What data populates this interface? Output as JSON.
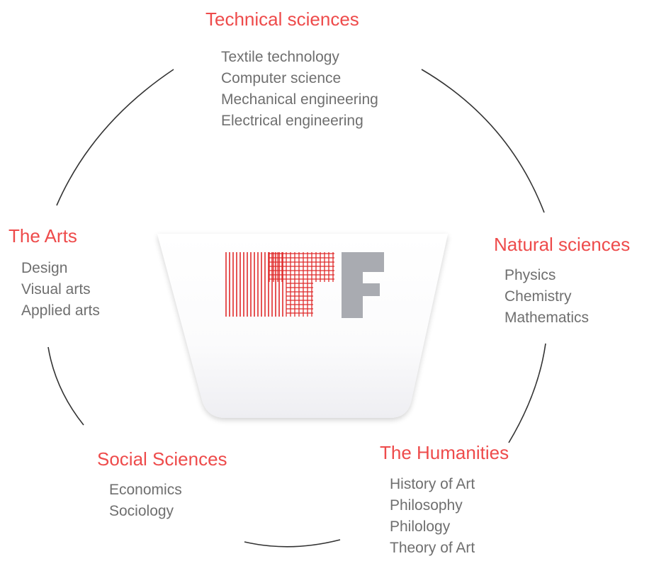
{
  "center_logo": {
    "letters": "TTF"
  },
  "colors": {
    "heading": "#ee4b4b",
    "item": "#6f6f6f",
    "arc": "#333333",
    "logo_red": "#e02a2a",
    "logo_gray": "#a9abb1"
  },
  "groups": {
    "technical": {
      "title": "Technical sciences",
      "items": [
        "Textile technology",
        "Computer science",
        "Mechanical engineering",
        "Electrical engineering"
      ]
    },
    "natural": {
      "title": "Natural sciences",
      "items": [
        "Physics",
        "Chemistry",
        "Mathematics"
      ]
    },
    "humanities": {
      "title": "The Humanities",
      "items": [
        "History of Art",
        "Philosophy",
        "Philology",
        "Theory of Art"
      ]
    },
    "social": {
      "title": "Social Sciences",
      "items": [
        "Economics",
        "Sociology"
      ]
    },
    "arts": {
      "title": "The Arts",
      "items": [
        "Design",
        "Visual arts",
        "Applied arts"
      ]
    }
  }
}
